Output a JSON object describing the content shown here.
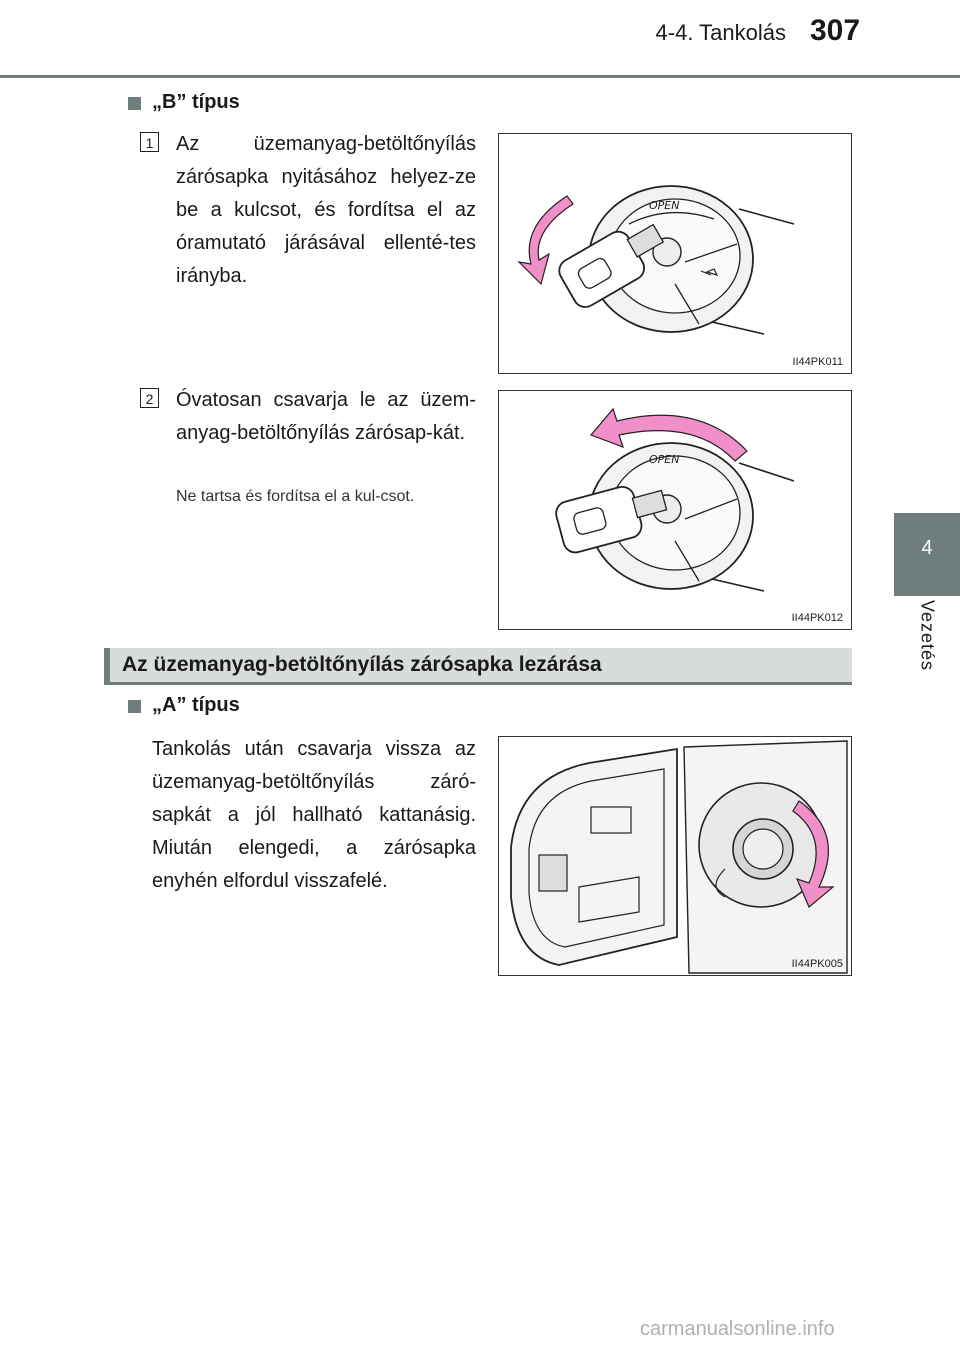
{
  "header": {
    "section": "4-4. Tankolás",
    "page_number": "307"
  },
  "side_tab": {
    "chapter_number": "4",
    "chapter_label": "Vezetés"
  },
  "type_b": {
    "heading": "„B” típus",
    "step1": {
      "number": "1",
      "text": "Az üzemanyag-betöltőnyílás zárósapka nyitásához helyez-ze be a kulcsot, és fordítsa el az óramutató járásával ellenté-tes irányba.",
      "figure_code": "II44PK011",
      "figure_label": "OPEN"
    },
    "step2": {
      "number": "2",
      "text": "Óvatosan csavarja le az üzem-anyag-betöltőnyílás zárósap-kát.",
      "note": "Ne tartsa és fordítsa el a kul-csot.",
      "figure_code": "II44PK012",
      "figure_label": "OPEN"
    }
  },
  "section": {
    "title": "Az üzemanyag-betöltőnyílás zárósapka lezárása"
  },
  "type_a": {
    "heading": "„A” típus",
    "text": "Tankolás után csavarja vissza az üzemanyag-betöltőnyílás záró-sapkát a jól hallható kattanásig. Miután elengedi, a zárósapka enyhén elfordul visszafelé.",
    "figure_code": "II44PK005"
  },
  "footer": {
    "watermark": "carmanualsonline.info"
  },
  "colors": {
    "accent": "#6f7d7d",
    "arrow_pink": "#f08fc8",
    "section_bg": "#d8dcdc"
  }
}
